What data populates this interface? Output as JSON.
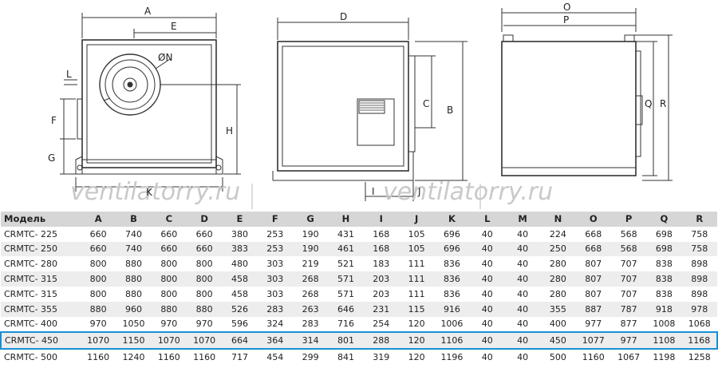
{
  "drawing": {
    "front_labels": {
      "A": "A",
      "E": "E",
      "N": "ØN",
      "L": "L",
      "F": "F",
      "G": "G",
      "H": "H",
      "K": "K"
    },
    "side_labels": {
      "D": "D",
      "C": "C",
      "B": "B",
      "I": "I",
      "J": "J"
    },
    "back_labels": {
      "O": "O",
      "P": "P",
      "Q": "Q",
      "R": "R"
    },
    "watermark": "ventilatorry.ru"
  },
  "table": {
    "headers": [
      "Модель",
      "A",
      "B",
      "C",
      "D",
      "E",
      "F",
      "G",
      "H",
      "I",
      "J",
      "K",
      "L",
      "M",
      "N",
      "O",
      "P",
      "Q",
      "R"
    ],
    "rows": [
      [
        "CRMTC- 225",
        "660",
        "740",
        "660",
        "660",
        "380",
        "253",
        "190",
        "431",
        "168",
        "105",
        "696",
        "40",
        "40",
        "224",
        "668",
        "568",
        "698",
        "758"
      ],
      [
        "CRMTC- 250",
        "660",
        "740",
        "660",
        "660",
        "383",
        "253",
        "190",
        "461",
        "168",
        "105",
        "696",
        "40",
        "40",
        "250",
        "668",
        "568",
        "698",
        "758"
      ],
      [
        "CRMTC- 280",
        "800",
        "880",
        "800",
        "800",
        "480",
        "303",
        "219",
        "521",
        "183",
        "111",
        "836",
        "40",
        "40",
        "280",
        "807",
        "707",
        "838",
        "898"
      ],
      [
        "CRMTC- 315",
        "800",
        "880",
        "800",
        "800",
        "458",
        "303",
        "268",
        "571",
        "203",
        "111",
        "836",
        "40",
        "40",
        "280",
        "807",
        "707",
        "838",
        "898"
      ],
      [
        "CRMTC- 315",
        "800",
        "880",
        "800",
        "800",
        "458",
        "303",
        "268",
        "571",
        "203",
        "111",
        "836",
        "40",
        "40",
        "280",
        "807",
        "707",
        "838",
        "898"
      ],
      [
        "CRMTC- 355",
        "880",
        "960",
        "880",
        "880",
        "526",
        "283",
        "263",
        "646",
        "231",
        "115",
        "916",
        "40",
        "40",
        "355",
        "887",
        "787",
        "918",
        "978"
      ],
      [
        "CRMTC- 400",
        "970",
        "1050",
        "970",
        "970",
        "596",
        "324",
        "283",
        "716",
        "254",
        "120",
        "1006",
        "40",
        "40",
        "400",
        "977",
        "877",
        "1008",
        "1068"
      ],
      [
        "CRMTC- 450",
        "1070",
        "1150",
        "1070",
        "1070",
        "664",
        "364",
        "314",
        "801",
        "288",
        "120",
        "1106",
        "40",
        "40",
        "450",
        "1077",
        "977",
        "1108",
        "1168"
      ],
      [
        "CRMTC- 500",
        "1160",
        "1240",
        "1160",
        "1160",
        "717",
        "454",
        "299",
        "841",
        "319",
        "120",
        "1196",
        "40",
        "40",
        "500",
        "1160",
        "1067",
        "1198",
        "1258"
      ]
    ],
    "highlighted_row": 7,
    "highlight_color": "#1a8fd6"
  }
}
